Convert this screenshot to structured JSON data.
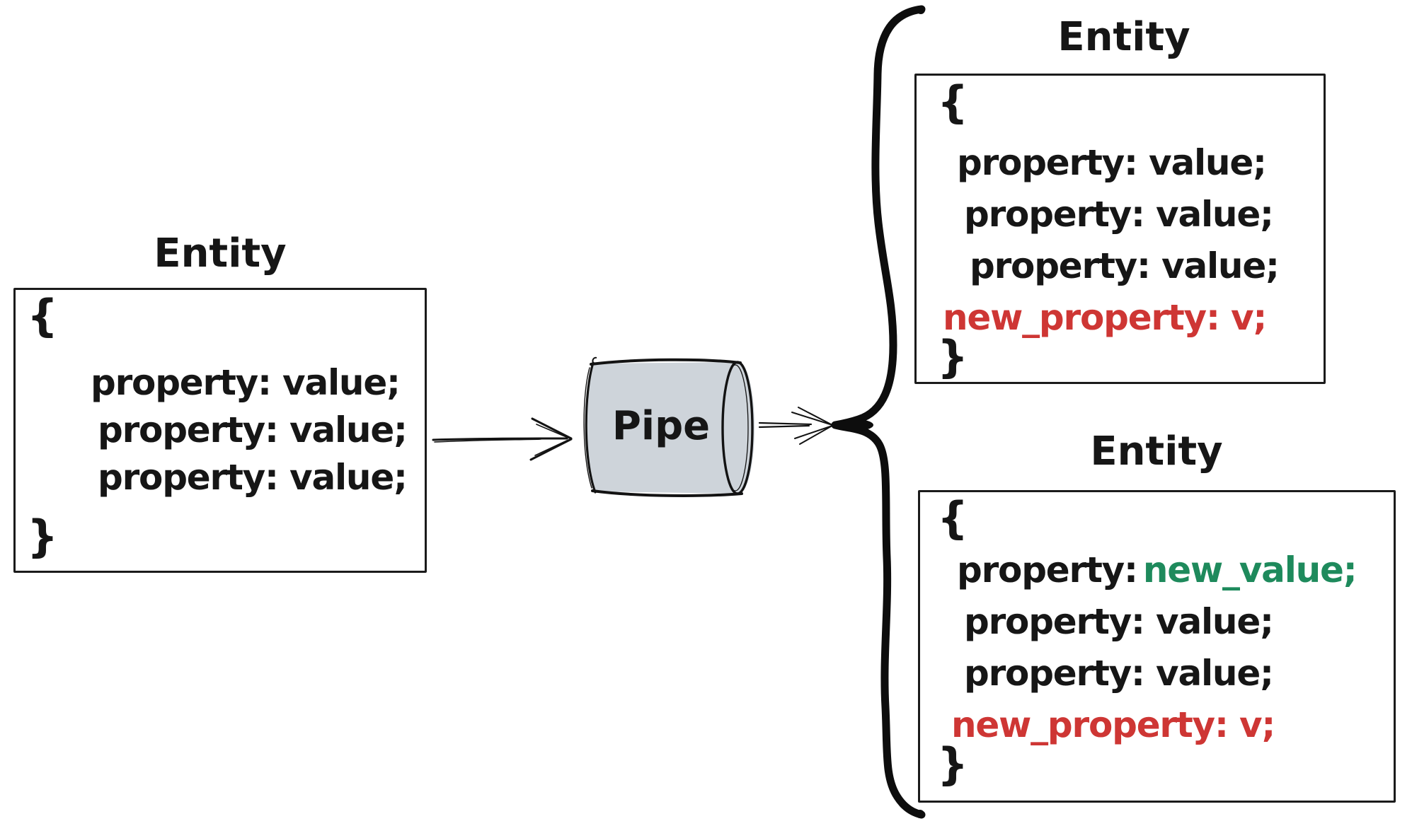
{
  "left_entity": {
    "title": "Entity",
    "brace_open": "{",
    "brace_close": "}",
    "lines": [
      "property: value;",
      "property: value;",
      "property: value;"
    ]
  },
  "pipe": {
    "label": "Pipe"
  },
  "top_entity": {
    "title": "Entity",
    "brace_open": "{",
    "brace_close": "}",
    "lines": [
      "property: value;",
      "property: value;",
      "property: value;"
    ],
    "added_line": "new_property: v;"
  },
  "bottom_entity": {
    "title": "Entity",
    "brace_open": "{",
    "brace_close": "}",
    "line1_key": "property:",
    "line1_new_value": "new_value;",
    "lines": [
      "property: value;",
      "property: value;"
    ],
    "added_line": "new_property: v;"
  },
  "colors": {
    "ink": "#161616",
    "added_red": "#ce3634",
    "changed_green": "#1e8a5c",
    "pipe_fill": "#ced4da",
    "canvas_bg": "#ffffff"
  }
}
